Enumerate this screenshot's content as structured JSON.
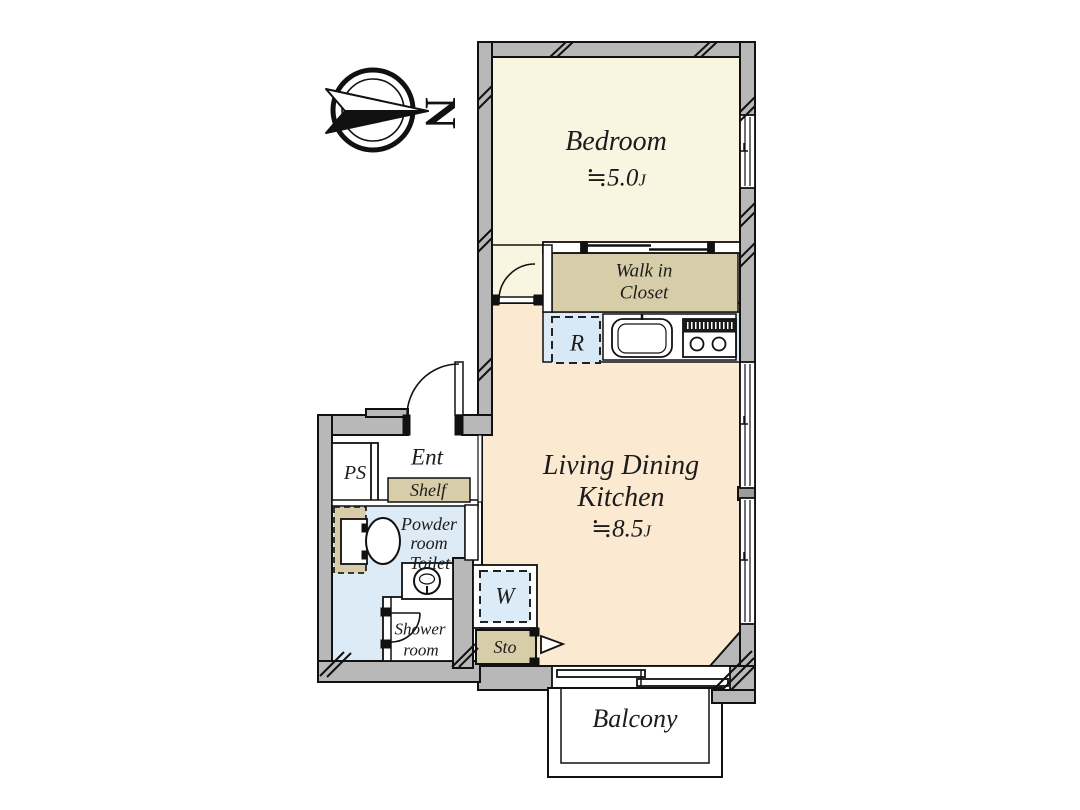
{
  "compass": {
    "north_label": "N"
  },
  "rooms": {
    "bedroom": {
      "name": "Bedroom",
      "area": "≒5.0",
      "area_unit": "J"
    },
    "walk_in_closet": {
      "name_line1": "Walk in",
      "name_line2": "Closet"
    },
    "ldk": {
      "name_line1": "Living Dining",
      "name_line2": "Kitchen",
      "area": "≒8.5",
      "area_unit": "J"
    },
    "entrance": {
      "name": "Ent"
    },
    "pipe_shaft": {
      "name": "PS"
    },
    "shelf": {
      "name": "Shelf"
    },
    "powder_room": {
      "name_line1": "Powder",
      "name_line2": "room",
      "name_line3": "Toilet"
    },
    "shower_room": {
      "name_line1": "Shower",
      "name_line2": "room"
    },
    "washer": {
      "label": "W"
    },
    "storage": {
      "label": "Sto"
    },
    "refrigerator": {
      "label": "R"
    },
    "balcony": {
      "name": "Balcony"
    }
  },
  "colors": {
    "wall": "#b8b8b8",
    "outline": "#111111",
    "bedroom_floor": "#faf5e1",
    "closet_floor": "#d8cda9",
    "ldk_floor": "#fce9d2",
    "wet_floor": "#dcebf6",
    "fridge_fill": "#d7e9f7",
    "washer_fill": "#dcebf8"
  }
}
